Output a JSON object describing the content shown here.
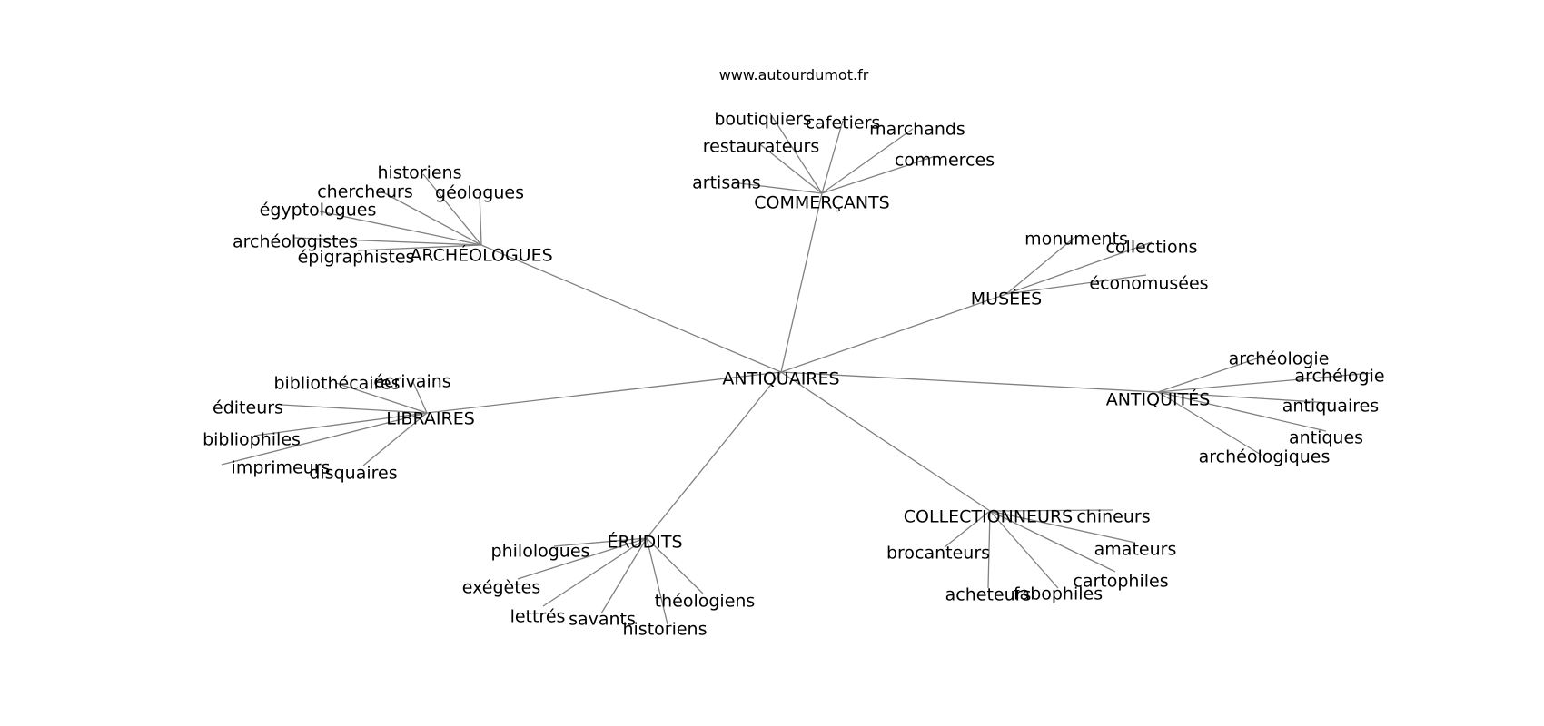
{
  "watermark": "www.autourdumot.fr",
  "colors": {
    "edge": "#808080",
    "text": "#000000",
    "background": "#ffffff"
  },
  "graph": {
    "center": "ANTIQUAIRES",
    "groups": [
      {
        "hub": "COMMERÇANTS",
        "leaves": [
          "boutiquiers",
          "cafetiers",
          "marchands",
          "restaurateurs",
          "commerces",
          "artisans"
        ]
      },
      {
        "hub": "ARCHÉOLOGUES",
        "leaves": [
          "historiens",
          "chercheurs",
          "géologues",
          "égyptologues",
          "archéologistes",
          "épigraphistes"
        ]
      },
      {
        "hub": "MUSÉES",
        "leaves": [
          "monuments",
          "collections",
          "économusées"
        ]
      },
      {
        "hub": "ANTIQUITÉS",
        "leaves": [
          "archéologie",
          "archélogie",
          "antiquaires",
          "antiques",
          "archéologiques"
        ]
      },
      {
        "hub": "LIBRAIRES",
        "leaves": [
          "bibliothécaires",
          "écrivains",
          "éditeurs",
          "bibliophiles",
          "imprimeurs",
          "disquaires"
        ]
      },
      {
        "hub": "COLLECTIONNEURS",
        "leaves": [
          "chineurs",
          "brocanteurs",
          "amateurs",
          "cartophiles",
          "acheteurs",
          "fabophiles"
        ]
      },
      {
        "hub": "ÉRUDITS",
        "leaves": [
          "philologues",
          "exégètes",
          "lettrés",
          "savants",
          "théologiens",
          "historiens"
        ]
      }
    ]
  }
}
